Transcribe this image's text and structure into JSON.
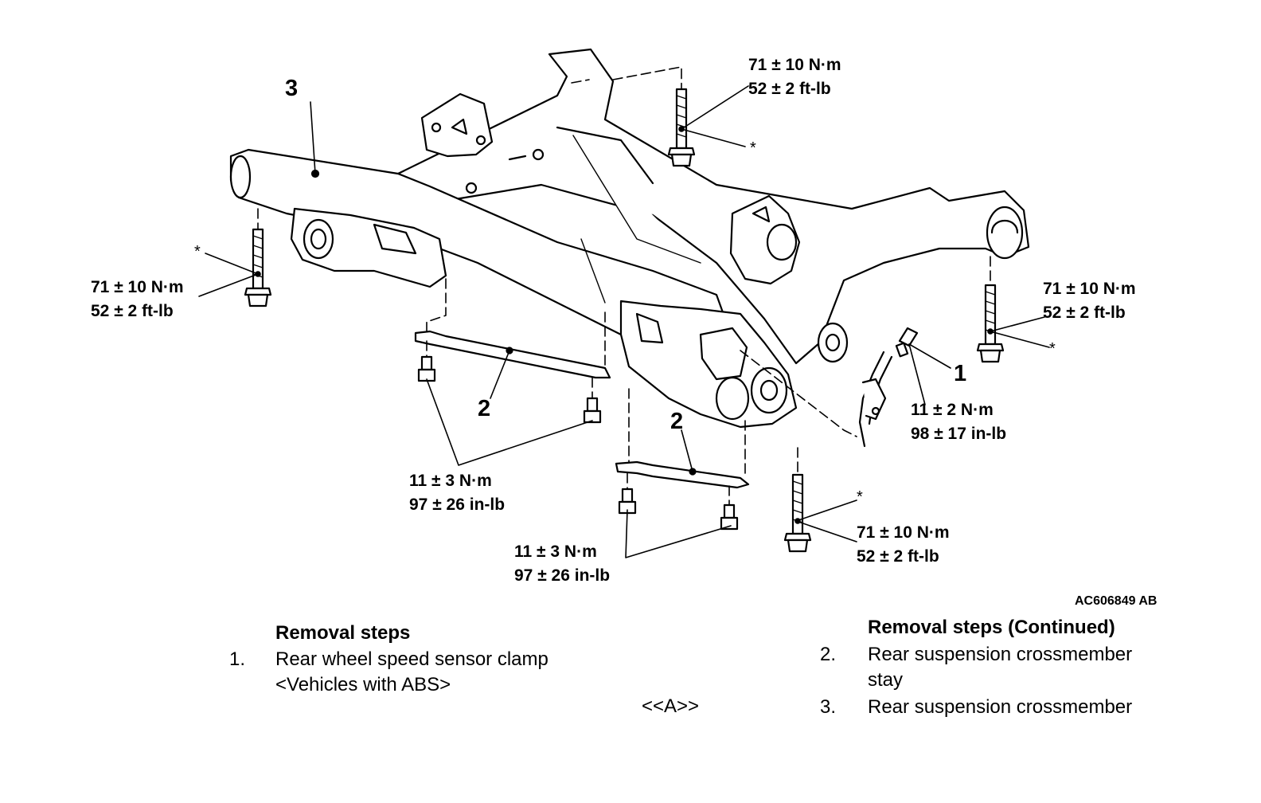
{
  "figure_id": "AC606849 AB",
  "callouts": [
    "3",
    "2",
    "2",
    "1"
  ],
  "asterisk": "*",
  "torques": {
    "top_right_bolt": [
      "71 ± 10 N·m",
      "52 ± 2 ft-lb"
    ],
    "left_bolt": [
      "71 ± 10 N·m",
      "52 ± 2 ft-lb"
    ],
    "right_bolt": [
      "71 ± 10 N·m",
      "52 ± 2 ft-lb"
    ],
    "clamp_bolt": [
      "11 ± 2 N·m",
      "98 ± 17 in-lb"
    ],
    "stay_left_bolts": [
      "11 ± 3 N·m",
      "97 ± 26 in-lb"
    ],
    "front_bolt": [
      "71 ± 10 N·m",
      "52 ± 2 ft-lb"
    ],
    "stay_center_bolts": [
      "11 ± 3 N·m",
      "97 ± 26 in-lb"
    ]
  },
  "removal": {
    "heading": "Removal steps",
    "heading_continued": "Removal steps (Continued)",
    "marker": "<<A>>",
    "steps": [
      {
        "num": "1.",
        "lines": [
          "Rear wheel speed sensor clamp",
          "<Vehicles with ABS>"
        ]
      },
      {
        "num": "2.",
        "lines": [
          "Rear suspension crossmember",
          "stay"
        ]
      },
      {
        "num": "3.",
        "lines": [
          "Rear suspension crossmember"
        ]
      }
    ]
  }
}
